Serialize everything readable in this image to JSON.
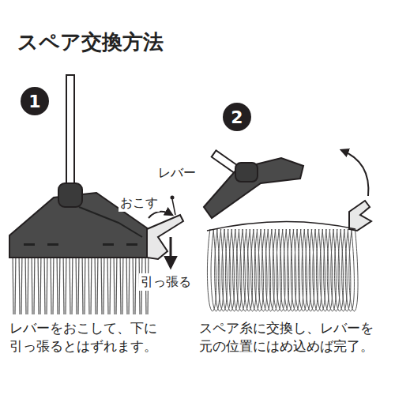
{
  "diagram": {
    "title": "スペア交換方法",
    "nodes": [
      {
        "text": [
          "1"
        ]
      },
      {
        "text": [
          "2"
        ]
      }
    ],
    "labels": [
      "レバー",
      "おこす",
      "引っ張る",
      "レバーをおこして、下に 引っ張るとはずれます。",
      "スペア糸に交換し、レバーを 元の位置にはめ込めば完了。"
    ]
  }
}
